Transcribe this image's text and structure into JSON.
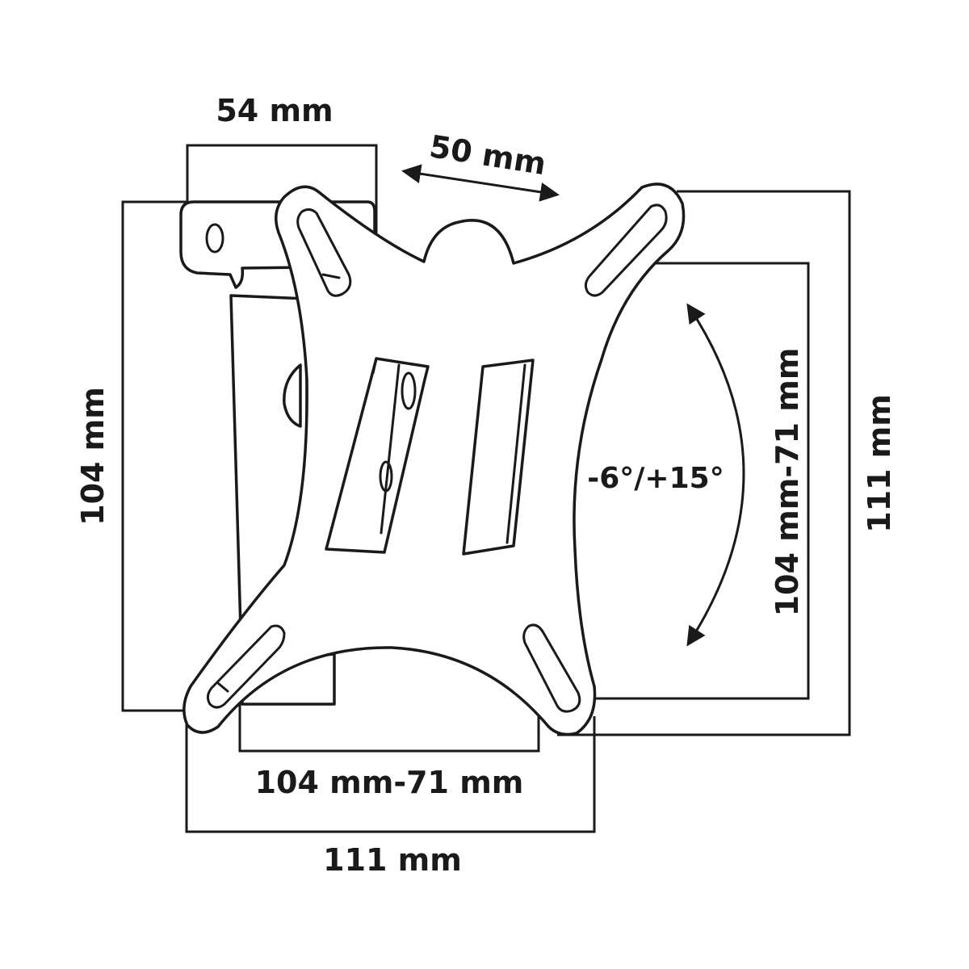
{
  "colors": {
    "line": "#1a1a1a",
    "background": "#ffffff"
  },
  "dimensions": {
    "top_width": "54 mm",
    "depth": "50 mm",
    "left_height": "104 mm",
    "right_inner_height": "104 mm-71 mm",
    "right_outer_height": "111 mm",
    "bottom_inner_width": "104 mm-71 mm",
    "bottom_outer_width": "111 mm"
  },
  "tilt_range": "-6°/+15°"
}
